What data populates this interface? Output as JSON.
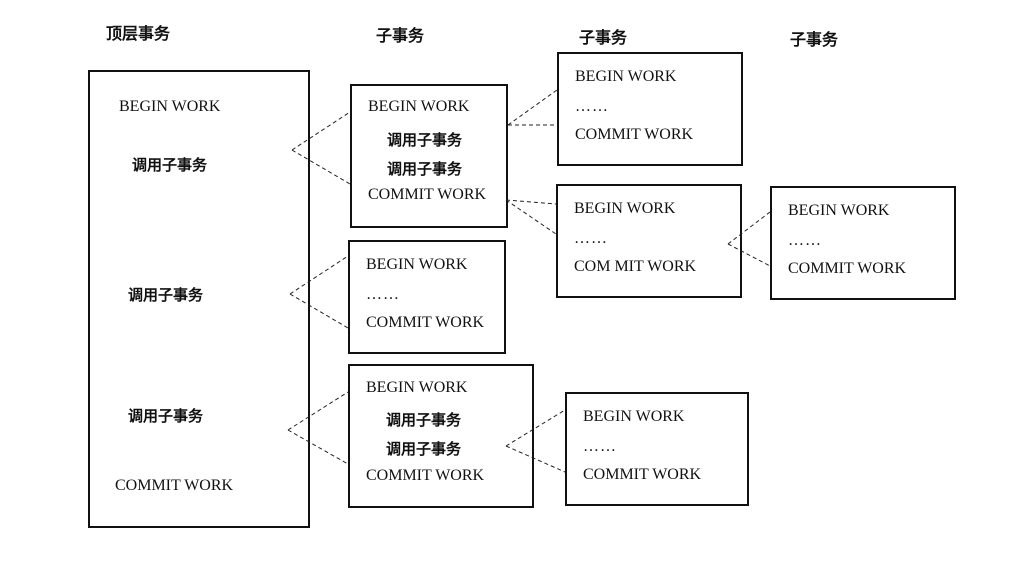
{
  "headers": {
    "top_level": "顶层事务",
    "sub_level_1": "子事务",
    "sub_level_2": "子事务",
    "sub_level_3": "子事务"
  },
  "top_transaction": {
    "begin": "BEGIN WORK",
    "call_1": "调用子事务",
    "call_2": "调用子事务",
    "call_3": "调用子事务",
    "commit": "COMMIT WORK"
  },
  "level1": {
    "box_a": {
      "begin": "BEGIN WORK",
      "call_1": "调用子事务",
      "call_2": "调用子事务",
      "commit": "COMMIT WORK"
    },
    "box_b": {
      "begin": "BEGIN WORK",
      "ellipsis": "……",
      "commit": "COMMIT WORK"
    },
    "box_c": {
      "begin": "BEGIN WORK",
      "call_1": "调用子事务",
      "call_2": "调用子事务",
      "commit": "COMMIT WORK"
    }
  },
  "level2": {
    "box_a": {
      "begin": "BEGIN WORK",
      "ellipsis": "……",
      "commit": "COMMIT WORK"
    },
    "box_b": {
      "begin": "BEGIN WORK",
      "ellipsis": "……",
      "commit": "COM MIT WORK"
    },
    "box_c": {
      "begin": "BEGIN WORK",
      "ellipsis": "……",
      "commit": "COMMIT WORK"
    }
  },
  "level3": {
    "box_a": {
      "begin": "BEGIN WORK",
      "ellipsis": "……",
      "commit": "COMMIT WORK"
    }
  }
}
